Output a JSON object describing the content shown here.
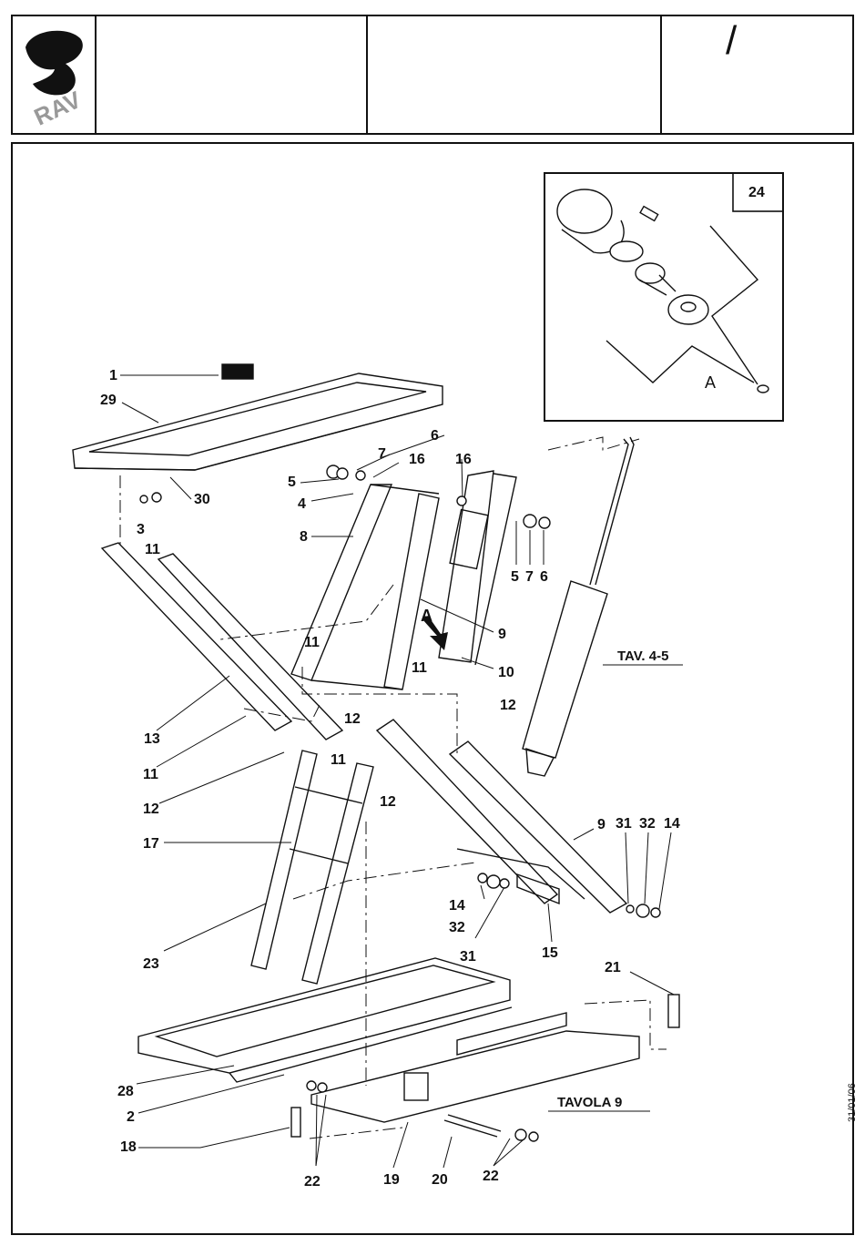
{
  "header": {
    "logo_text": "RAV",
    "page_mark": "/"
  },
  "inset": {
    "ref_number": "24",
    "detail_label": "A"
  },
  "detail_arrow_label": "A",
  "refs": {
    "tav45": "TAV. 4-5",
    "tavola9": "TAVOLA 9"
  },
  "parts": [
    {
      "id": "p1",
      "label": "1"
    },
    {
      "id": "p29",
      "label": "29"
    },
    {
      "id": "p6a",
      "label": "6"
    },
    {
      "id": "p7a",
      "label": "7"
    },
    {
      "id": "p16a",
      "label": "16"
    },
    {
      "id": "p16b",
      "label": "16"
    },
    {
      "id": "p5a",
      "label": "5"
    },
    {
      "id": "p4",
      "label": "4"
    },
    {
      "id": "p30",
      "label": "30"
    },
    {
      "id": "p3",
      "label": "3"
    },
    {
      "id": "p11a",
      "label": "11"
    },
    {
      "id": "p8",
      "label": "8"
    },
    {
      "id": "p5b",
      "label": "5"
    },
    {
      "id": "p7b",
      "label": "7"
    },
    {
      "id": "p6b",
      "label": "6"
    },
    {
      "id": "p9a",
      "label": "9"
    },
    {
      "id": "p10",
      "label": "10"
    },
    {
      "id": "p11b",
      "label": "11"
    },
    {
      "id": "p11c",
      "label": "11"
    },
    {
      "id": "p13",
      "label": "13"
    },
    {
      "id": "p12a",
      "label": "12"
    },
    {
      "id": "p12b",
      "label": "12"
    },
    {
      "id": "p11d",
      "label": "11"
    },
    {
      "id": "p11e",
      "label": "11"
    },
    {
      "id": "p12c",
      "label": "12"
    },
    {
      "id": "p12d",
      "label": "12"
    },
    {
      "id": "p17",
      "label": "17"
    },
    {
      "id": "p9b",
      "label": "9"
    },
    {
      "id": "p31a",
      "label": "31"
    },
    {
      "id": "p32a",
      "label": "32"
    },
    {
      "id": "p14a",
      "label": "14"
    },
    {
      "id": "p14b",
      "label": "14"
    },
    {
      "id": "p32b",
      "label": "32"
    },
    {
      "id": "p31b",
      "label": "31"
    },
    {
      "id": "p15",
      "label": "15"
    },
    {
      "id": "p23",
      "label": "23"
    },
    {
      "id": "p21",
      "label": "21"
    },
    {
      "id": "p28",
      "label": "28"
    },
    {
      "id": "p2",
      "label": "2"
    },
    {
      "id": "p18",
      "label": "18"
    },
    {
      "id": "p22a",
      "label": "22"
    },
    {
      "id": "p19",
      "label": "19"
    },
    {
      "id": "p20",
      "label": "20"
    },
    {
      "id": "p22b",
      "label": "22"
    }
  ],
  "date": "31/01/06"
}
